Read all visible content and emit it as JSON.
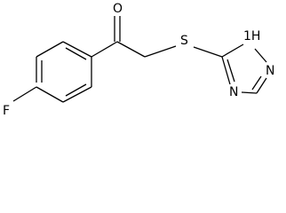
{
  "molecule": {
    "atoms": {
      "oxygen": "O",
      "fluorine": "F",
      "sulfur": "S",
      "nh_nitrogen": "1H",
      "ring_nitrogen_right": "N",
      "ring_nitrogen_bottom": "N"
    }
  }
}
